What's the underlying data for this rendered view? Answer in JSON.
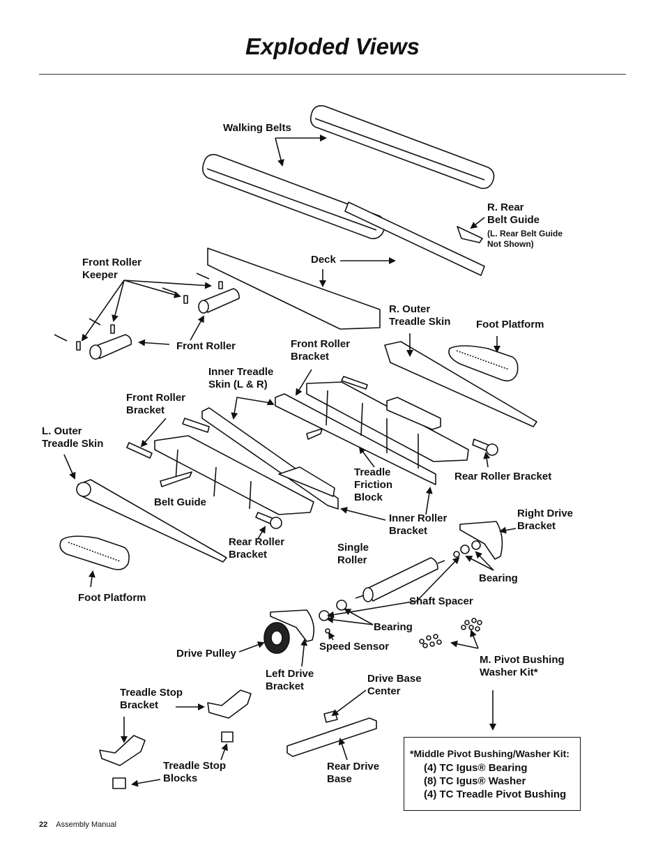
{
  "header": {
    "title": "Exploded Views"
  },
  "labels": {
    "walking_belts": "Walking Belts",
    "r_rear_belt_guide": "R. Rear\nBelt Guide",
    "l_rear_belt_guide_note": "(L. Rear Belt Guide\nNot Shown)",
    "front_roller_keeper": "Front Roller\nKeeper",
    "deck": "Deck",
    "r_outer_treadle_skin": "R. Outer\nTreadle Skin",
    "foot_platform_right": "Foot Platform",
    "front_roller": "Front Roller",
    "front_roller_bracket_upper": "Front Roller\nBracket",
    "inner_treadle_skin": "Inner Treadle\nSkin (L & R)",
    "front_roller_bracket_lower": "Front Roller\nBracket",
    "l_outer_treadle_skin": "L. Outer\nTreadle Skin",
    "treadle_friction_block": "Treadle\nFriction\nBlock",
    "rear_roller_bracket_right": "Rear Roller Bracket",
    "belt_guide": "Belt Guide",
    "inner_roller_bracket": "Inner Roller\nBracket",
    "right_drive_bracket": "Right Drive\nBracket",
    "rear_roller_bracket_left": "Rear Roller\nBracket",
    "single_roller": "Single\nRoller",
    "bearing_upper": "Bearing",
    "foot_platform_left": "Foot Platform",
    "shaft_spacer": "Shaft Spacer",
    "bearing_lower": "Bearing",
    "speed_sensor": "Speed Sensor",
    "drive_pulley": "Drive Pulley",
    "m_pivot_bushing": "M. Pivot Bushing\nWasher Kit*",
    "left_drive_bracket": "Left Drive\nBracket",
    "drive_base_center": "Drive Base\nCenter",
    "treadle_stop_bracket": "Treadle Stop\nBracket",
    "treadle_stop_blocks": "Treadle Stop\nBlocks",
    "rear_drive_base": "Rear Drive\nBase"
  },
  "kit": {
    "title": "*Middle Pivot Bushing/Washer Kit:",
    "items": [
      "(4) TC Igus® Bearing",
      "(8) TC Igus® Washer",
      "(4) TC Treadle Pivot Bushing"
    ]
  },
  "footer": {
    "page": "22",
    "text": "Assembly Manual"
  }
}
